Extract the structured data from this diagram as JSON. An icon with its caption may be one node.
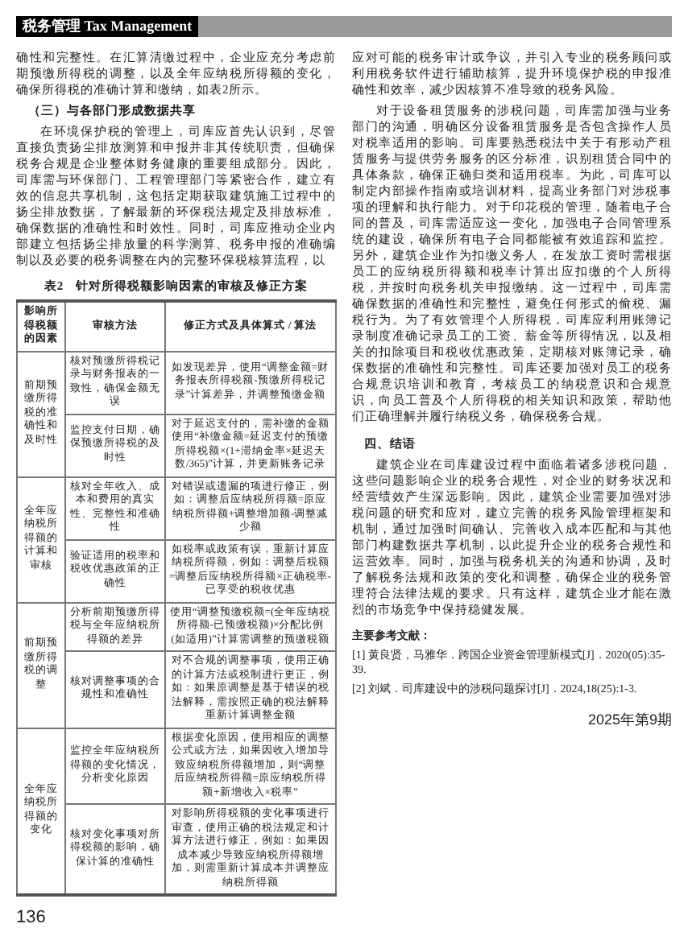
{
  "diagram": {
    "labels": [
      "税务管理 Tax Management",
      "确性和完整性。在汇算清缴过程中，企业应充分考虑前期预缴所得税的调整，以及全年应纳税所得额的变化，确保所得税的准确计算和缴纳，如表2所示。",
      "（三）与各部门形成数据共享",
      "在环境保护税的管理上，司库应首先认识到，尽管直接负责扬尘排放测算和申报并非其传统职责，但确保税务合规是企业整体财务健康的重要组成部分。因此，司库需与环保部门、工程管理部门等紧密合作，建立有效的信息共享机制，这包括定期获取建筑施工过程中的扬尘排放数据，了解最新的环保税法规定及排放标准，确保数据的准确性和时效性。同时，司库应推动企业内部建立包括扬尘排放量的科学测算、税务申报的准确编制以及必要的税务调整在内的完整环保税核算流程，以",
      "表2　针对所得税额影响因素的审核及修正方案",
      "影响所得税额的因素",
      "审核方法",
      "修正方式及具体算式 / 算法",
      "前期预缴所得税的准确性和及时性",
      "核对预缴所得税记录与财务报表的一致性，确保金额无误",
      "如发现差异，使用“调整金额=财务报表所得税额-预缴所得税记录”计算差异，并调整预缴金额",
      "监控支付日期，确保预缴所得税的及时性",
      "对于延迟支付的，需补缴的金额使用“补缴金额=延迟支付的预缴所得税额×(1+滞纳金率×延迟天数/365)”计算，并更新账务记录",
      "全年应纳税所得额的计算和审核",
      "核对全年收入、成本和费用的真实性、完整性和准确性",
      "对错误或遗漏的项进行修正，例如：调整后应纳税所得额=原应纳税所得额+调整增加额-调整减少额",
      "验证适用的税率和税收优惠政策的正确性",
      "如税率或政策有误，重新计算应纳税所得额，例如：调整后税额=调整后应纳税所得额×正确税率-已享受的税收优惠",
      "前期预缴所得税的调整",
      "分析前期预缴所得税与全年应纳税所得额的差异",
      "使用“调整预缴税额=(全年应纳税所得额-已预缴税额)×分配比例(如适用)”计算需调整的预缴税额",
      "核对调整事项的合规性和准确性",
      "对不合规的调整事项，使用正确的计算方法或税制进行更正，例如：如果原调整是基于错误的税法解释，需按照正确的税法解释重新计算调整金额",
      "全年应纳税所得额的变化",
      "监控全年应纳税所得额的变化情况，分析变化原因",
      "根据变化原因，使用相应的调整公式或方法，如果因收入增加导致应纳税所得额增加，则“调整后应纳税所得额=原应纳税所得额+新增收入×税率”",
      "核对变化事项对所得税额的影响，确保计算的准确性",
      "对影响所得税额的变化事项进行审查，使用正确的税法规定和计算方法进行修正，例如：如果因成本减少导致应纳税所得额增加，则需重新计算成本并调整应纳税所得额",
      "136",
      "应对可能的税务审计或争议，并引入专业的税务顾问或利用税务软件进行辅助核算，提升环境保护税的申报准确性和效率，减少因核算不准导致的税务风险。",
      "对于设备租赁服务的涉税问题，司库需加强与业务部门的沟通，明确区分设备租赁服务是否包含操作人员对税率适用的影响。司库要熟悉税法中关于有形动产租赁服务与提供劳务服务的区分标准，识别租赁合同中的具体条款，确保正确归类和适用税率。为此，司库可以制定内部操作指南或培训材料，提高业务部门对涉税事项的理解和执行能力。对于印花税的管理，随着电子合同的普及，司库需适应这一变化，加强电子合同管理系统的建设，确保所有电子合同都能被有效追踪和监控。另外，建筑企业作为扣缴义务人，在发放工资时需根据员工的应纳税所得额和税率计算出应扣缴的个人所得税，并按时向税务机关申报缴纳。这一过程中，司库需确保数据的准确性和完整性，避免任何形式的偷税、漏税行为。为了有效管理个人所得税，司库应利用账簿记录制度准确记录员工的工资、薪金等所得情况，以及相关的扣除项目和税收优惠政策，定期核对账簿记录，确保数据的准确性和完整性。司库还要加强对员工的税务合规意识培训和教育，考核员工的纳税意识和合规意识，向员工普及个人所得税的相关知识和政策，帮助他们正确理解并履行纳税义务，确保税务合规。",
      "四、结语",
      "建筑企业在司库建设过程中面临着诸多涉税问题，这些问题影响企业的税务合规性，对企业的财务状况和经营绩效产生深远影响。因此，建筑企业需要加强对涉税问题的研究和应对，建立完善的税务风险管理框架和机制，通过加强时间确认、完善收入成本匹配和与其他部门构建数据共享机制，以此提升企业的税务合规性和运营效率。同时，加强与税务机关的沟通和协调，及时了解税务法规和政策的变化和调整，确保企业的税务管理符合法律法规的要求。只有这样，建筑企业才能在激烈的市场竞争中保持稳健发展。",
      "主要参考文献：",
      "[1] 黄良贤，马雅华．跨国企业资金管理新模式[J]．2020(05):35-39.",
      "[2] 刘斌．司库建设中的涉税问题探讨[J]．2024,18(25):1-3.",
      "2025年第9期"
    ]
  }
}
